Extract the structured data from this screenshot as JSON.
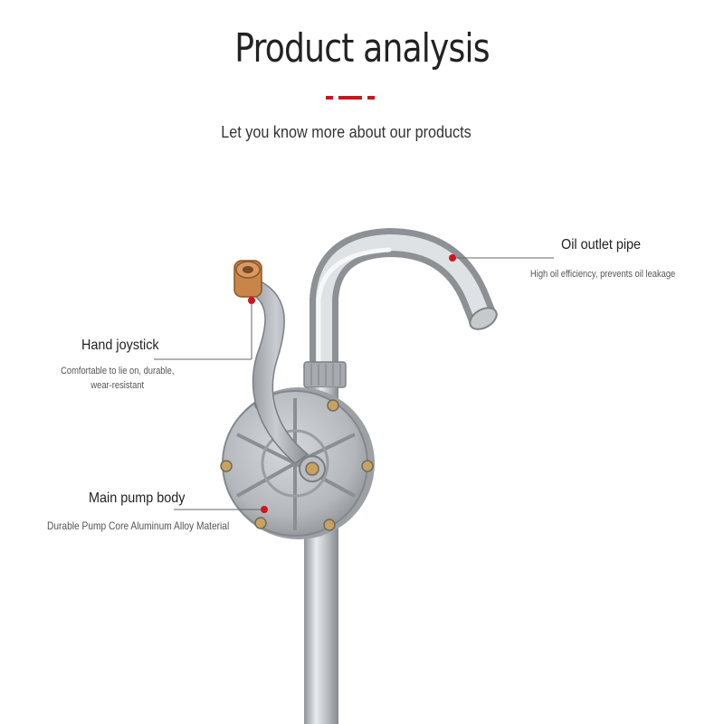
{
  "header": {
    "title": "Product analysis",
    "subtitle": "Let you know more about our products"
  },
  "callouts": {
    "outlet": {
      "title": "Oil outlet pipe",
      "desc": "High oil efficiency, prevents oil leakage"
    },
    "joystick": {
      "title": "Hand joystick",
      "desc_line1": "Comfortable to lie on, durable,",
      "desc_line2": "wear-resistant"
    },
    "body": {
      "title": "Main pump body",
      "desc": "Durable Pump Core Aluminum Alloy Material"
    }
  },
  "colors": {
    "accent": "#d0141c",
    "metal": "#b8bcc0",
    "metal_dark": "#8d9196",
    "copper": "#c9844a"
  }
}
